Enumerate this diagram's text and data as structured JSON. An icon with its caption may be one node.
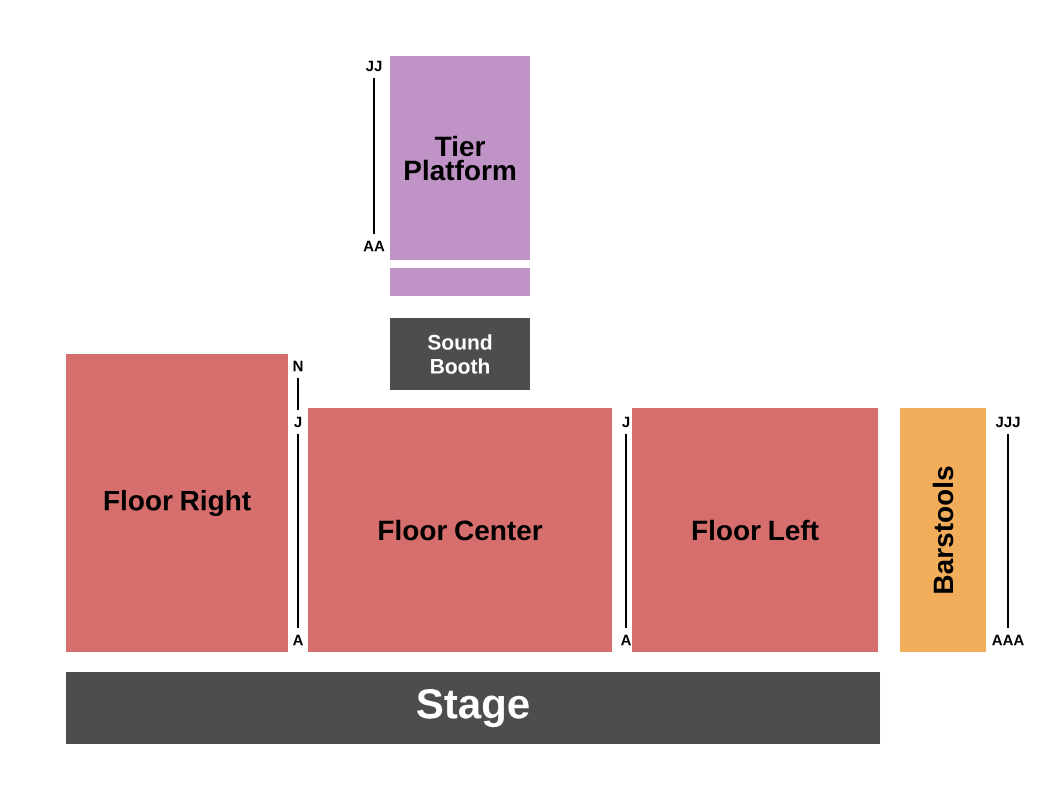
{
  "diagram": {
    "nodes": [
      {
        "text": [
          "Tier Platform"
        ]
      },
      {
        "text": [],
        "shape": "box"
      },
      {
        "text": [
          "Sound Booth"
        ]
      },
      {
        "text": [
          "Floor Right"
        ]
      },
      {
        "text": [
          "Floor Center"
        ]
      },
      {
        "text": [
          "Floor Left"
        ]
      },
      {
        "text": [
          "Barstools"
        ]
      },
      {
        "text": [
          "Stage"
        ]
      }
    ],
    "labels": [
      "JJ",
      "AA",
      "N",
      "J",
      "A",
      "J",
      "A",
      "JJJ",
      "AAA"
    ]
  }
}
